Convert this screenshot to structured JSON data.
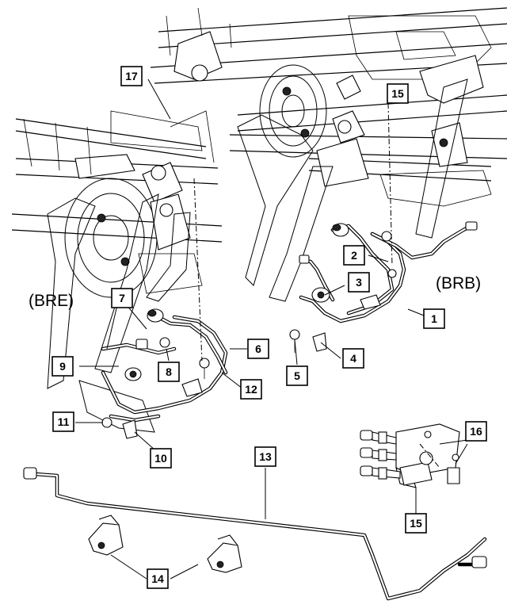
{
  "view_labels": {
    "left": "(BRE)",
    "right": "(BRB)"
  },
  "callouts": [
    {
      "id": "c1",
      "label": "1"
    },
    {
      "id": "c2",
      "label": "2"
    },
    {
      "id": "c3",
      "label": "3"
    },
    {
      "id": "c4",
      "label": "4"
    },
    {
      "id": "c5",
      "label": "5"
    },
    {
      "id": "c6",
      "label": "6"
    },
    {
      "id": "c7",
      "label": "7"
    },
    {
      "id": "c8",
      "label": "8"
    },
    {
      "id": "c9",
      "label": "9"
    },
    {
      "id": "c10",
      "label": "10"
    },
    {
      "id": "c11",
      "label": "11"
    },
    {
      "id": "c12",
      "label": "12"
    },
    {
      "id": "c13",
      "label": "13"
    },
    {
      "id": "c14",
      "label": "14"
    },
    {
      "id": "c15a",
      "label": "15"
    },
    {
      "id": "c15b",
      "label": "15"
    },
    {
      "id": "c16",
      "label": "16"
    },
    {
      "id": "c17",
      "label": "17"
    }
  ]
}
